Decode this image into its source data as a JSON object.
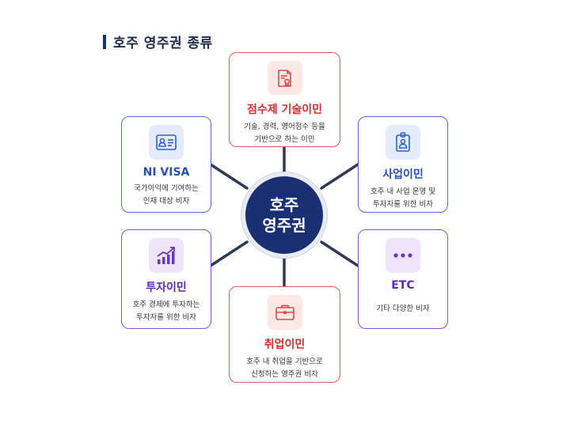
{
  "page_title": "호주 영주권 종류",
  "center": {
    "line1": "호주",
    "line2": "영주권"
  },
  "categories": [
    {
      "label": "점수제 기술이민",
      "desc1": "기술, 경력, 영어점수 등을",
      "desc2": "기반으로 하는 이민",
      "icon": "certificate-icon",
      "color": "#d82d2d"
    },
    {
      "label": "NI VISA",
      "desc1": "국가이익에 기여하는",
      "desc2": "인재 대상 비자",
      "icon": "id-card-icon",
      "color": "#2750b9"
    },
    {
      "label": "사업이민",
      "desc1": "호주 내 사업 운영 및",
      "desc2": "투자자를 위한 비자",
      "icon": "badge-icon",
      "color": "#2750b9"
    },
    {
      "label": "투자이민",
      "desc1": "호주 경제에 투자하는",
      "desc2": "투자자를 위한 비자",
      "icon": "growth-chart-icon",
      "color": "#5c2bb5"
    },
    {
      "label": "ETC",
      "desc1": "기타 다양한 비자",
      "desc2": "",
      "icon": "more-dots-icon",
      "color": "#5c2bb5"
    },
    {
      "label": "취업이민",
      "desc1": "호주 내 취업을 기반으로",
      "desc2": "신청하는 영주권 비자",
      "icon": "briefcase-icon",
      "color": "#d82d2d"
    }
  ]
}
